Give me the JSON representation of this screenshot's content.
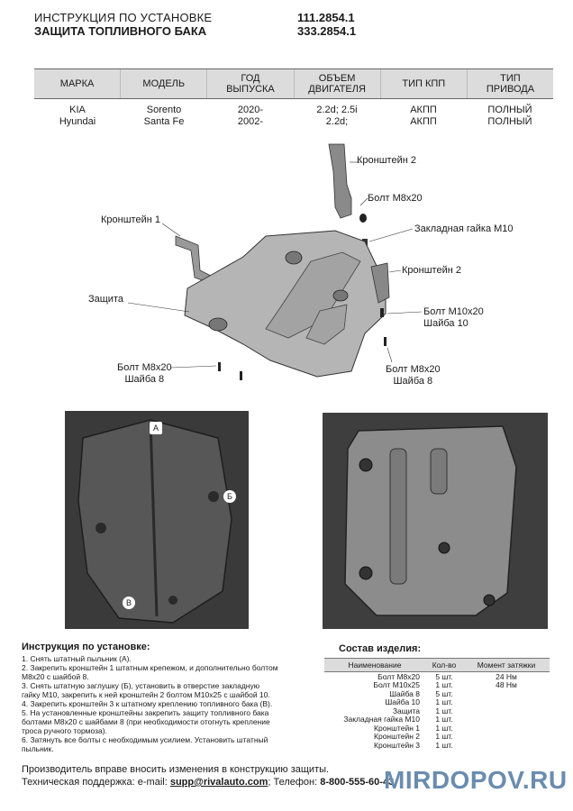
{
  "header": {
    "title": "ИНСТРУКЦИЯ ПО УСТАНОВКЕ",
    "subtitle": "ЗАЩИТА ТОПЛИВНОГО БАКА",
    "code1": "111.2854.1",
    "code2": "333.2854.1"
  },
  "compat_table": {
    "headers": [
      "МАРКА",
      "МОДЕЛЬ",
      "ГОД\nВЫПУСКА",
      "ОБЪЕМ\nДВИГАТЕЛЯ",
      "ТИП КПП",
      "ТИП\nПРИВОДА"
    ],
    "rows": [
      [
        "KIA\nHyundai",
        "Sorento\nSanta Fe",
        "2020-\n2002-",
        "2.2d; 2.5i\n2.2d;",
        "АКПП\nАКПП",
        "ПОЛНЫЙ\nПОЛНЫЙ"
      ]
    ]
  },
  "diagram": {
    "labels": {
      "bracket2_top": "Кронштейн 2",
      "bolt_m8_top": "Болт М8х20",
      "bracket1": "Кронштейн 1",
      "nut_m10": "Закладная гайка М10",
      "bracket2_side": "Кронштейн 2",
      "protection": "Защита",
      "bolt_m10": "Болт М10х20\nШайба 10",
      "bolt_m8_left": "Болт М8х20\nШайба 8",
      "bolt_m8_right": "Болт М8х20\nШайба 8"
    }
  },
  "photos": {
    "marker_a": "А",
    "marker_b": "Б",
    "marker_v": "В"
  },
  "instructions": {
    "title": "Инструкция по установке:",
    "steps": [
      "1. Снять штатный пыльник (А).",
      "2. Закрепить кронштейн 1 штатным крепежом, и дополнительно болтом",
      "М8х20 с шайбой 8.",
      "3. Снять штатную заглушку (Б), установить в отверстие закладную",
      "гайку М10, закрепить к ней кронштейн 2 болтом М10х25 с шайбой 10.",
      "4. Закрепить кронштейн 3 к штатному креплению топливного бака (В).",
      "5. На установленные кронштейны закрепить защиту топливного бака",
      "болтами М8х20 с шайбами 8 (при необходимости отогнуть крепление",
      "троса ручного тормоза).",
      "6. Затянуть все болты с необходимым усилием. Установить штатный",
      "пыльник."
    ]
  },
  "parts": {
    "title": "Состав изделия:",
    "headers": [
      "Наименование",
      "Кол-во",
      "Момент затяжки"
    ],
    "rows": [
      [
        "Болт М8х20",
        "5 шт.",
        "24 Нм"
      ],
      [
        "Болт М10х25",
        "1 шт.",
        "48 Нм"
      ],
      [
        "Шайба 8",
        "5 шт.",
        ""
      ],
      [
        "Шайба 10",
        "1 шт.",
        ""
      ],
      [
        "Защита",
        "1 шт.",
        ""
      ],
      [
        "Закладная гайка М10",
        "1 шт.",
        ""
      ],
      [
        "Кронштейн 1",
        "1 шт.",
        ""
      ],
      [
        "Кронштейн 2",
        "1 шт.",
        ""
      ],
      [
        "Кронштейн 3",
        "1 шт.",
        ""
      ]
    ]
  },
  "footer": {
    "line1": "Производитель вправе вносить изменения в конструкцию защиты.",
    "support_label": "Техническая поддержка:  e-mail: ",
    "email": "supp@rivalauto.com",
    "phone_label": "; Телефон: ",
    "phone": "8-800-555-60-43"
  },
  "watermark": "MIRDOPOV.RU"
}
